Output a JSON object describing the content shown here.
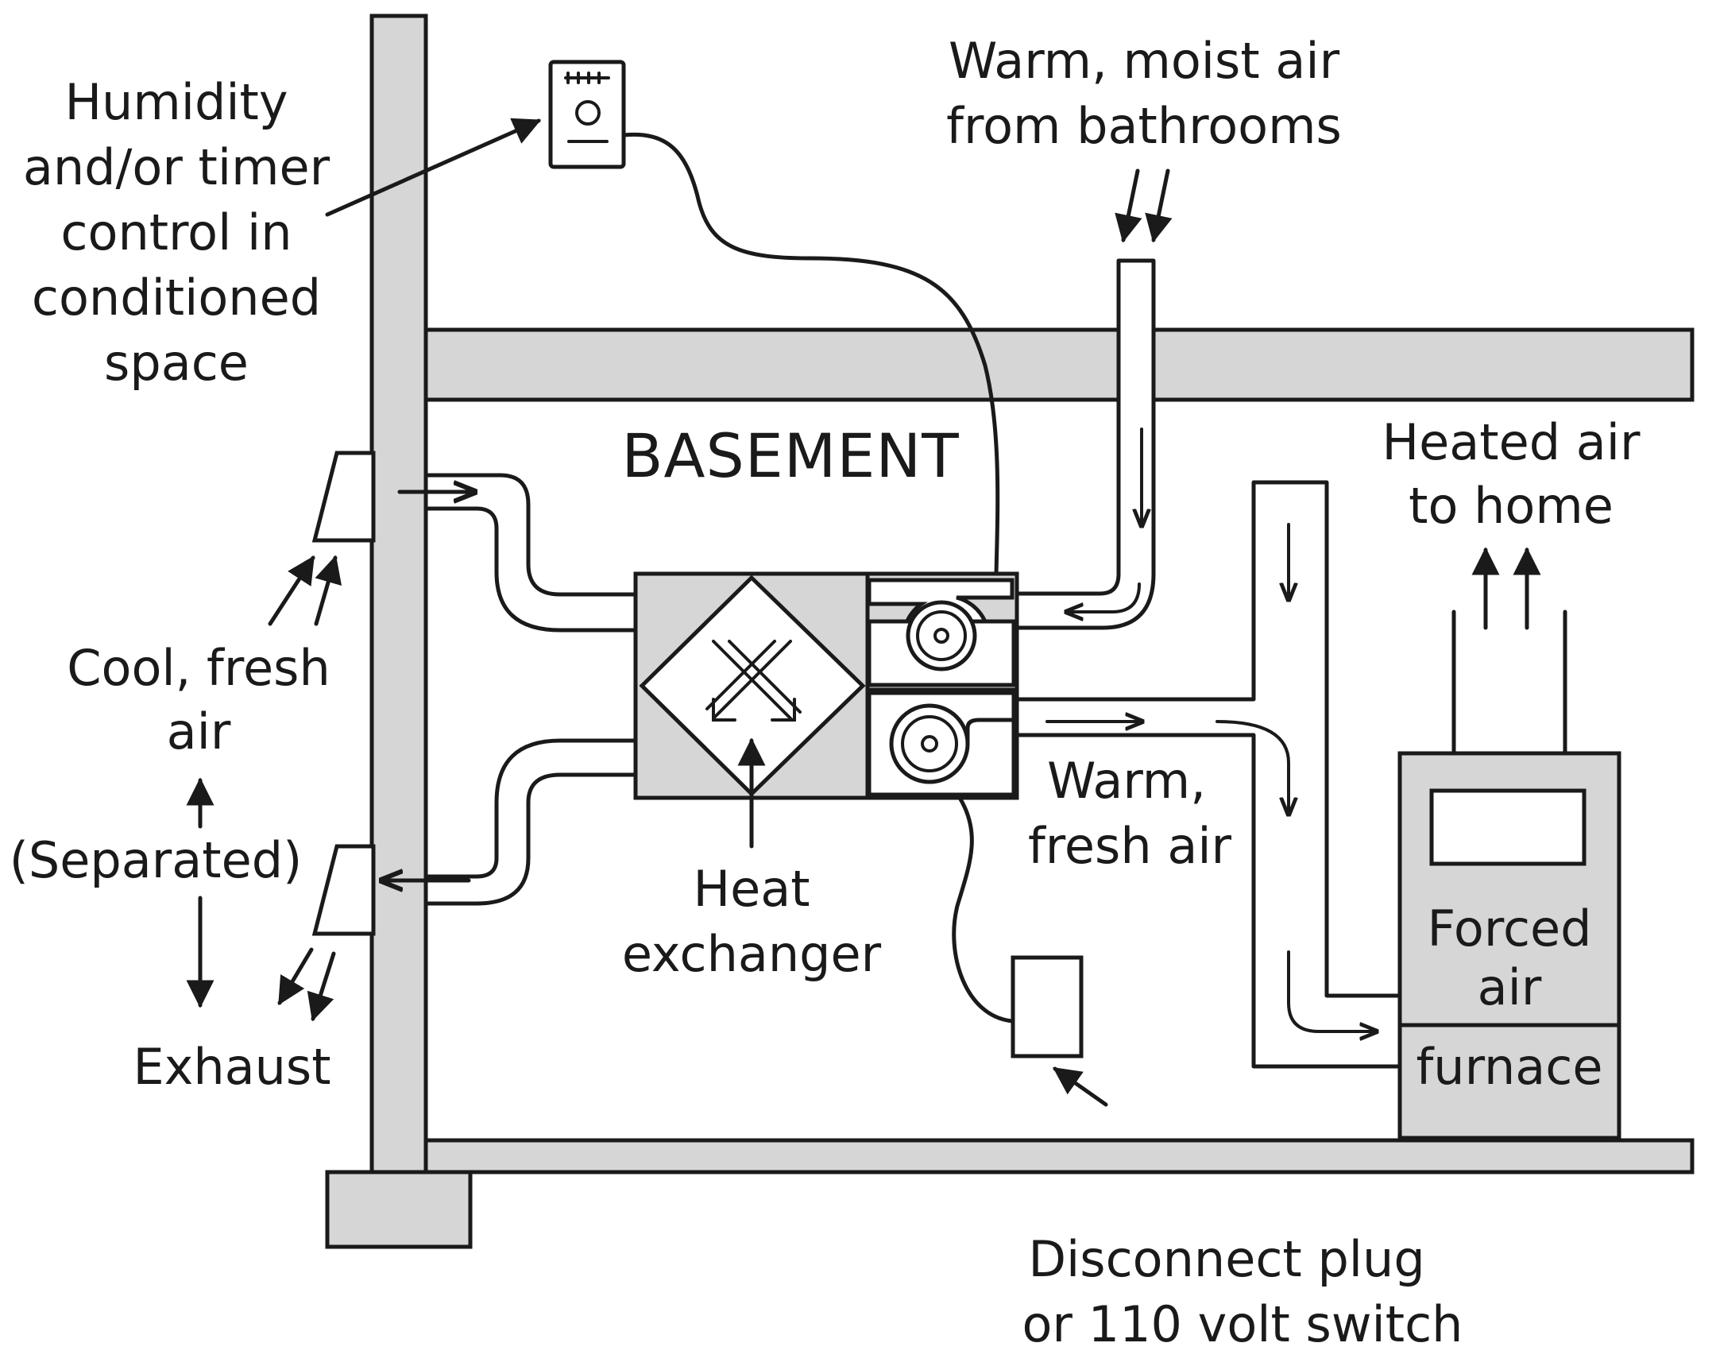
{
  "labels": {
    "control": [
      "Humidity",
      "and/or timer",
      "control in",
      "conditioned",
      "space"
    ],
    "bath_air": [
      "Warm, moist air",
      "from bathrooms"
    ],
    "basement": "BASEMENT",
    "heated_air": [
      "Heated air",
      "to home"
    ],
    "cool_air": [
      "Cool, fresh",
      "air"
    ],
    "separated": "(Separated)",
    "exhaust": "Exhaust",
    "heat_exchanger": [
      "Heat",
      "exchanger"
    ],
    "warm_fresh": [
      "Warm,",
      "fresh air"
    ],
    "furnace": [
      "Forced",
      "air",
      "furnace"
    ],
    "disconnect": [
      "Disconnect plug",
      "or 110 volt switch"
    ]
  },
  "colors": {
    "ink": "#1a1a1a",
    "fill_gray": "#d6d6d6",
    "background": "#ffffff"
  }
}
